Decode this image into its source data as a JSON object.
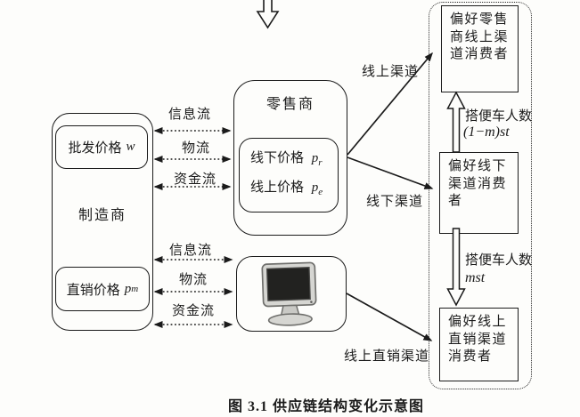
{
  "figure": {
    "caption": "图 3.1  供应链结构变化示意图"
  },
  "colors": {
    "ink": "#1b1b1b",
    "paper": "#fdfdfb",
    "monitor_screen": "#222220",
    "monitor_bezel": "#d6d6d2"
  },
  "manufacturer": {
    "title": "制造商",
    "wholesale_price": {
      "label": "批发价格",
      "symbol": "w"
    },
    "direct_price": {
      "label": "直销价格",
      "symbol": "p",
      "subscript": "m"
    }
  },
  "retailer": {
    "title": "零售商",
    "offline_price": {
      "label": "线下价格",
      "symbol": "p",
      "subscript": "r"
    },
    "online_price": {
      "label": "线上价格",
      "symbol": "p",
      "subscript": "e"
    }
  },
  "flows": {
    "information": "信息流",
    "logistics": "物流",
    "capital": "资金流"
  },
  "channels": {
    "online": "线上渠道",
    "offline": "线下渠道",
    "online_direct": "线上直销渠道"
  },
  "consumers": {
    "retailer_online": "偏好零售商线上渠道消费者",
    "offline": "偏好线下渠道消费者",
    "online_direct": "偏好线上直销渠道消费者"
  },
  "free_riding": {
    "label": "搭便车人数",
    "upper_count": "(1−m)st",
    "lower_count": "mst"
  },
  "icons": {
    "monitor": "desktop-computer",
    "hollow_arrow": "outline-arrow"
  }
}
